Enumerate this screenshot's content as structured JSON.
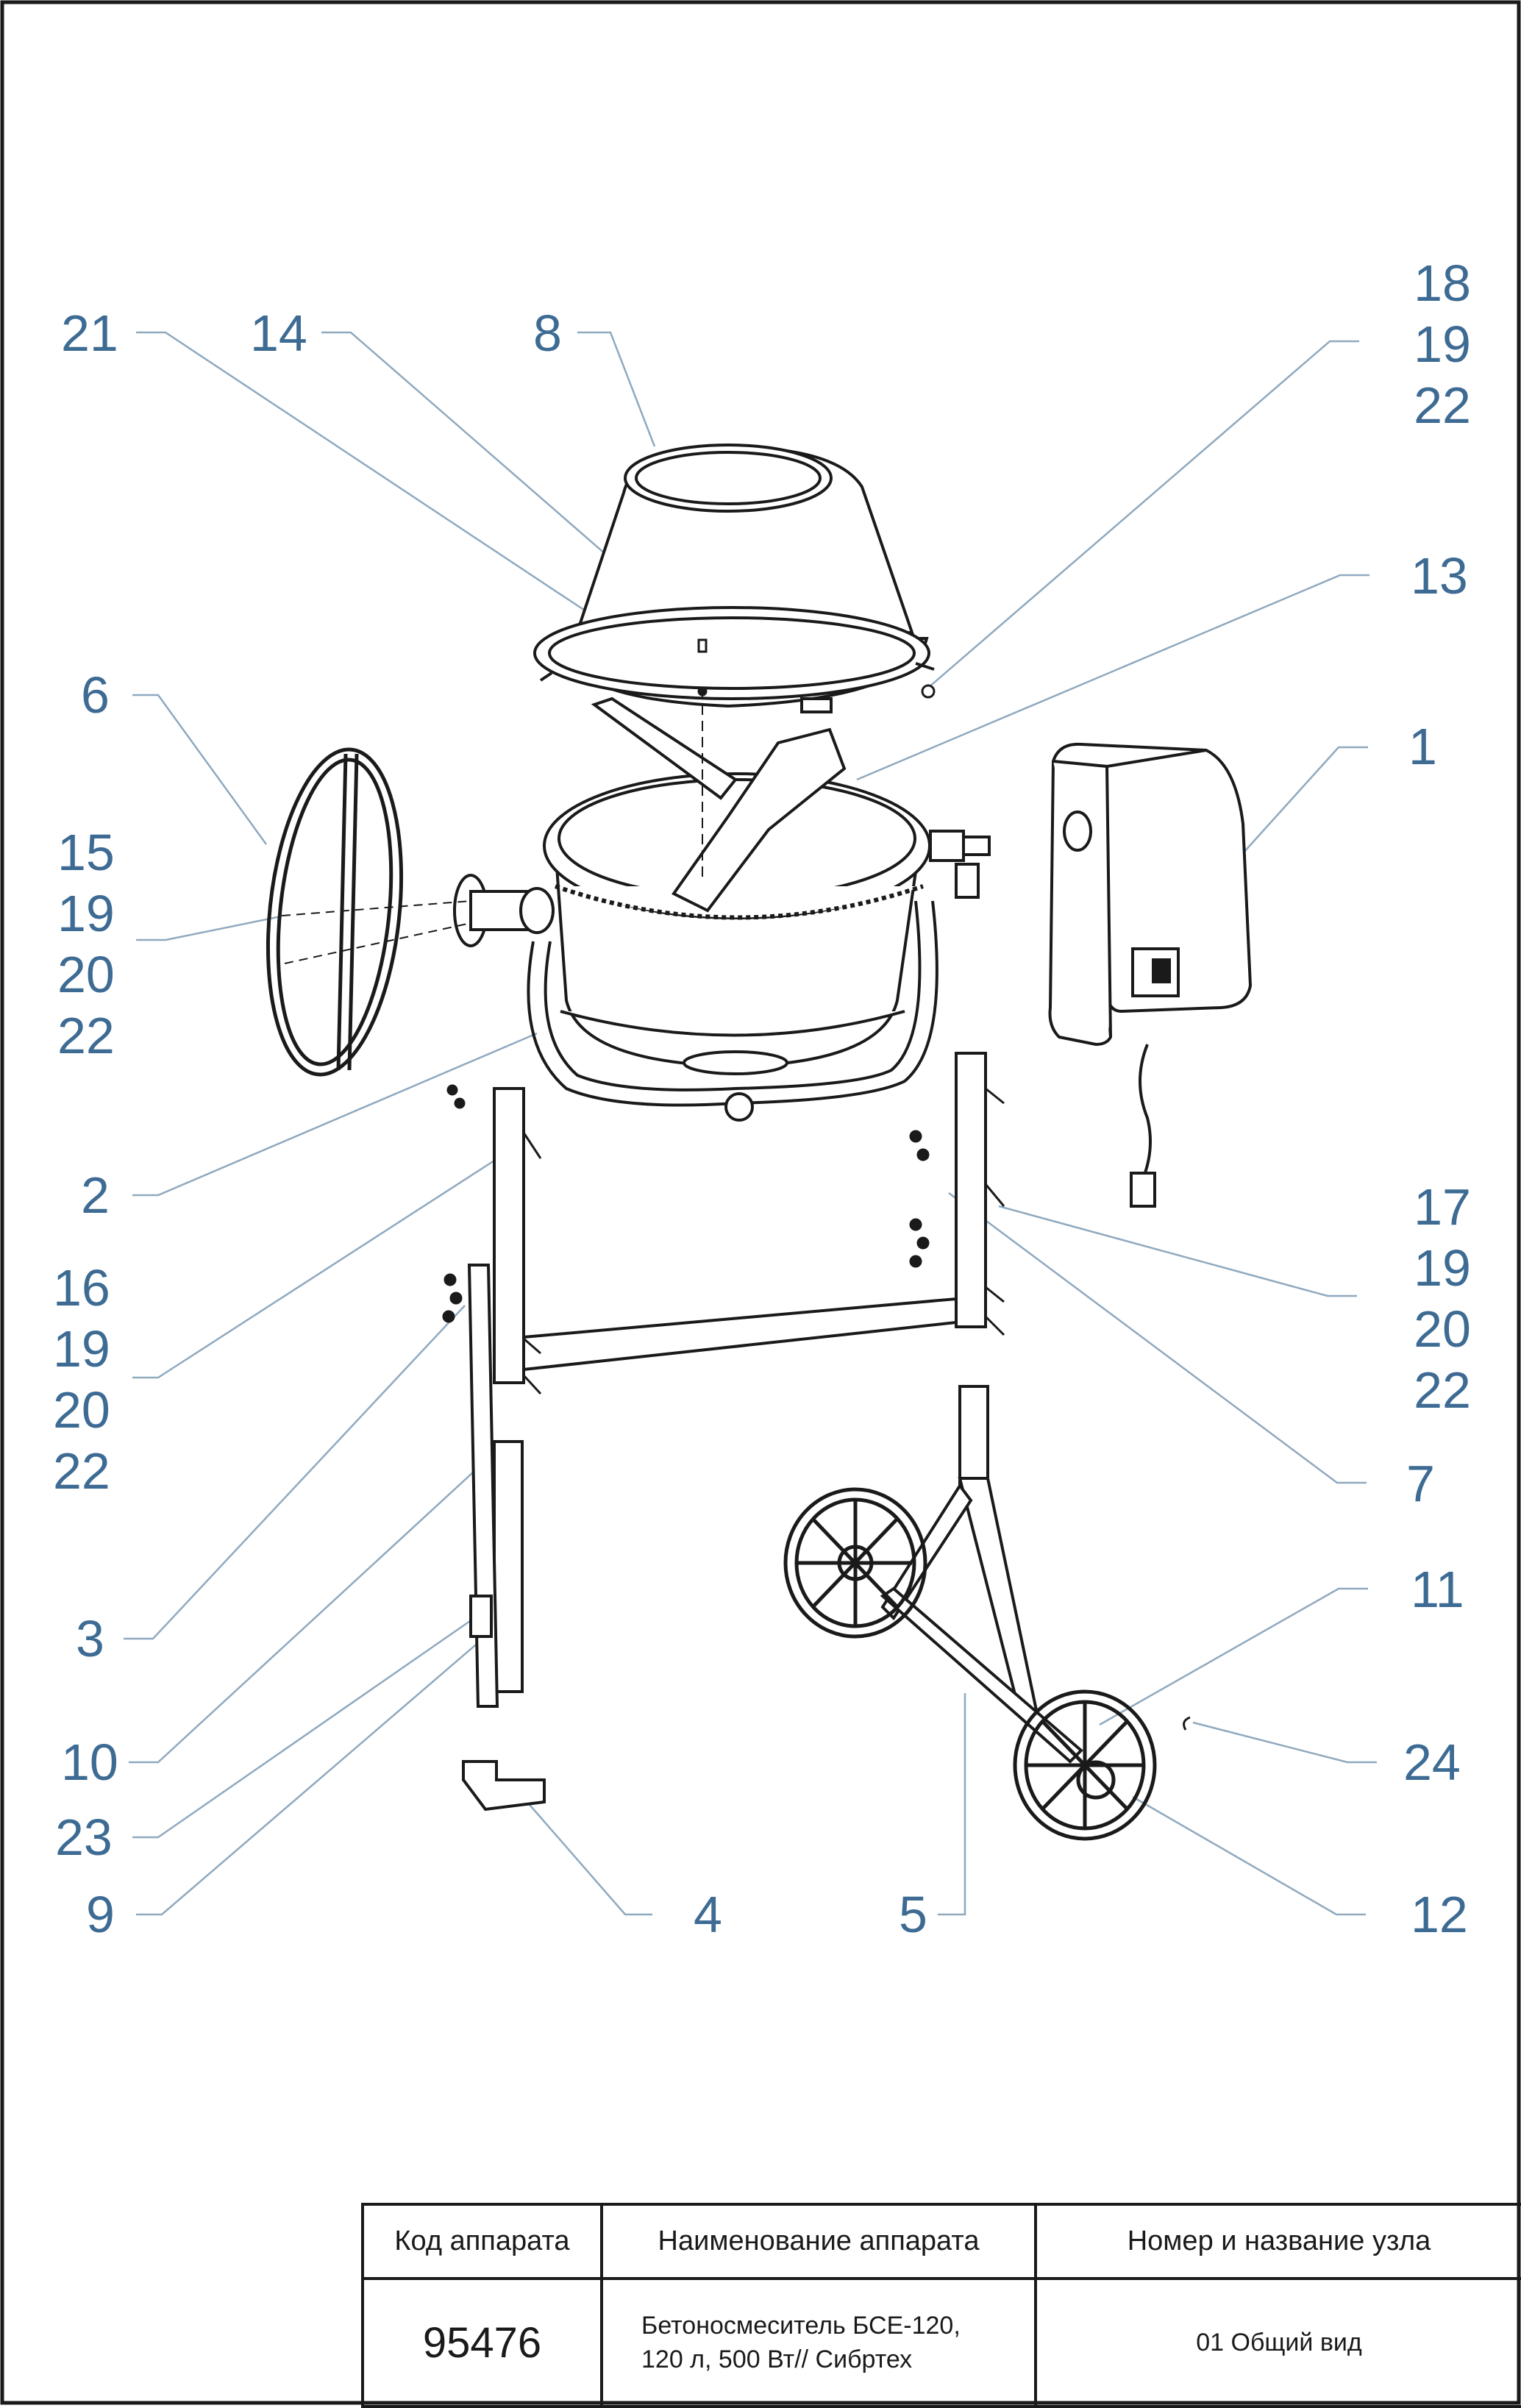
{
  "callouts": {
    "c21": "21",
    "c14": "14",
    "c8": "8",
    "c18": "18",
    "c19a": "19",
    "c22a": "22",
    "c13": "13",
    "c6": "6",
    "c1": "1",
    "c15": "15",
    "c19b": "19",
    "c20b": "20",
    "c22b": "22",
    "c2": "2",
    "c17": "17",
    "c19c": "19",
    "c20c": "20",
    "c22c": "22",
    "c16": "16",
    "c19d": "19",
    "c20d": "20",
    "c22d": "22",
    "c7": "7",
    "c11": "11",
    "c3": "3",
    "c10": "10",
    "c24": "24",
    "c23": "23",
    "c9": "9",
    "c4": "4",
    "c5": "5",
    "c12": "12"
  },
  "title_block": {
    "header_code": "Код аппарата",
    "header_name": "Наименование аппарата",
    "header_node": "Номер и название узла",
    "code": "95476",
    "name_line1": "Бетоносмеситель БСЕ-120,",
    "name_line2": "120 л, 500 Вт// Сибртех",
    "node": "01 Общий вид"
  },
  "colors": {
    "callout": "#3d6b93",
    "leader": "#8fa9bf",
    "ink": "#1a1a1a"
  }
}
